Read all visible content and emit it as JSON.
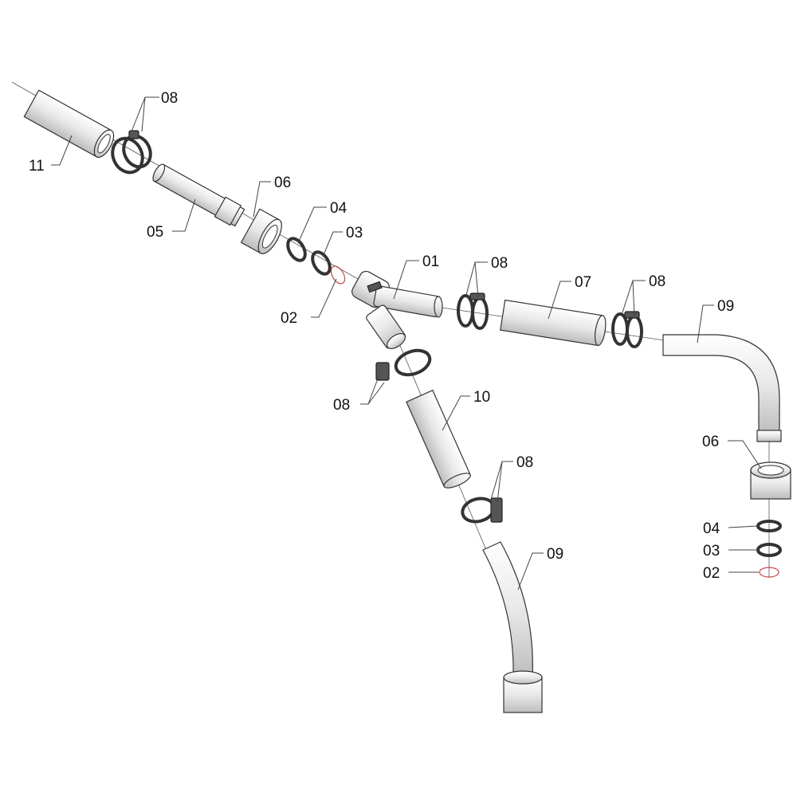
{
  "callouts": [
    {
      "id": "clamp-top",
      "label": "08"
    },
    {
      "id": "tube-11",
      "label": "11"
    },
    {
      "id": "nut-06",
      "label": "06"
    },
    {
      "id": "tube-05",
      "label": "05"
    },
    {
      "id": "ring-04",
      "label": "04"
    },
    {
      "id": "ring-03",
      "label": "03"
    },
    {
      "id": "tee-01",
      "label": "01"
    },
    {
      "id": "oring-02",
      "label": "02"
    },
    {
      "id": "clamp-mid",
      "label": "08"
    },
    {
      "id": "tube-07",
      "label": "07"
    },
    {
      "id": "clamp-right",
      "label": "08"
    },
    {
      "id": "elbow-09-right",
      "label": "09"
    },
    {
      "id": "clamp-left",
      "label": "08"
    },
    {
      "id": "tube-10",
      "label": "10"
    },
    {
      "id": "clamp-low",
      "label": "08"
    },
    {
      "id": "nut-06-right",
      "label": "06"
    },
    {
      "id": "ring-04-right",
      "label": "04"
    },
    {
      "id": "ring-03-right",
      "label": "03"
    },
    {
      "id": "oring-02-right",
      "label": "02"
    },
    {
      "id": "elbow-09-bottom",
      "label": "09"
    }
  ]
}
